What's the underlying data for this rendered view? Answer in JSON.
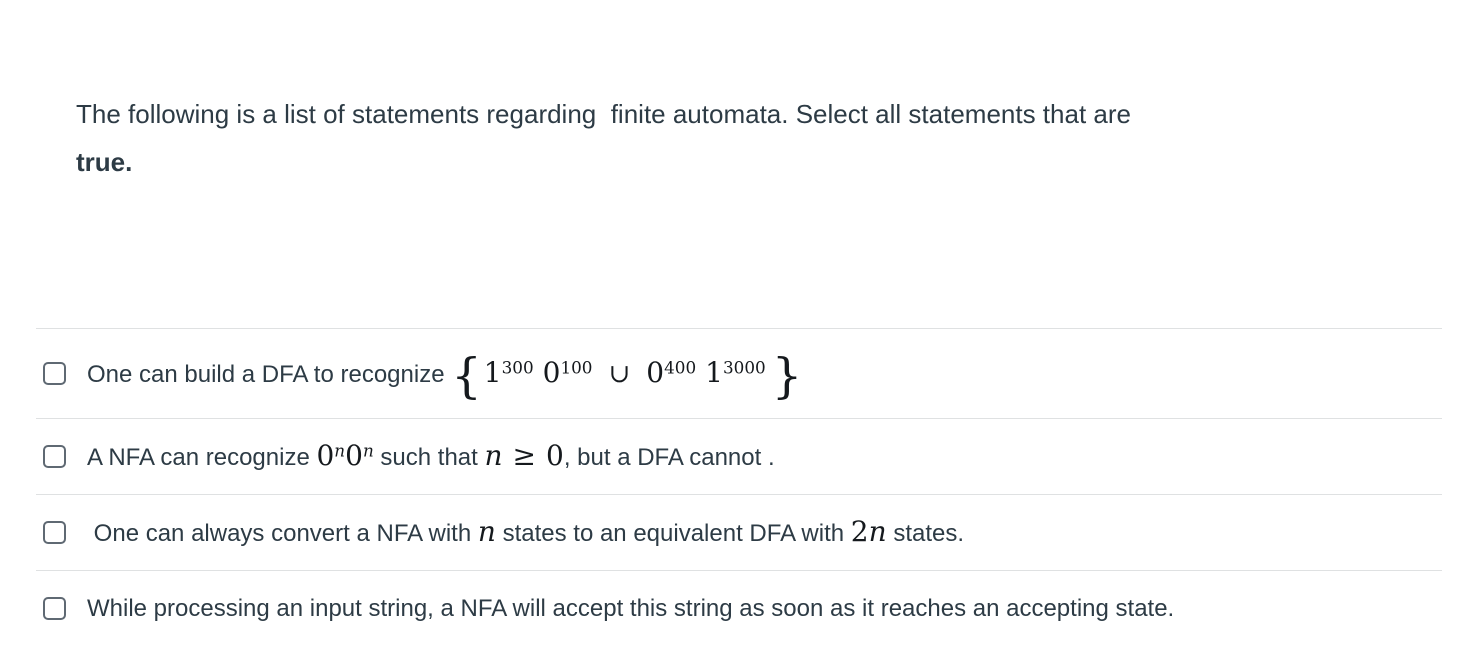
{
  "accent_colors": {
    "text": "#2d3b45",
    "math": "#15191d",
    "divider": "#dfe1e2",
    "checkbox_border": "#5f6973",
    "background": "#ffffff"
  },
  "question": {
    "main": "The following is a list of statements regarding  finite automata. Select all statements that are \n",
    "emphasis": "true."
  },
  "options": [
    {
      "pre": "One can build a DFA to recognize ",
      "math": {
        "open": "{",
        "t1_base": "1",
        "t1_exp": "300",
        "t2_base": "0",
        "t2_exp": "100",
        "union": "∪",
        "t3_base": "0",
        "t3_exp": "400",
        "t4_base": "1",
        "t4_exp": "3000",
        "close": "}"
      }
    },
    {
      "pre": "A NFA can recognize ",
      "math1": {
        "b1": "0",
        "e1": "n",
        "b2": "0",
        "e2": "n"
      },
      "mid": " such that ",
      "math2": {
        "n": "n",
        "rel": "≥",
        "zero": "0"
      },
      "post": ", but a DFA cannot ."
    },
    {
      "pre": " One can always convert a NFA with ",
      "math1": {
        "n": "n"
      },
      "mid": " states to an equivalent DFA with ",
      "math2": {
        "two": "2",
        "n": "n"
      },
      "post": " states."
    },
    {
      "text": "While processing an input string, a NFA will accept this string as soon as it reaches an accepting state."
    }
  ]
}
